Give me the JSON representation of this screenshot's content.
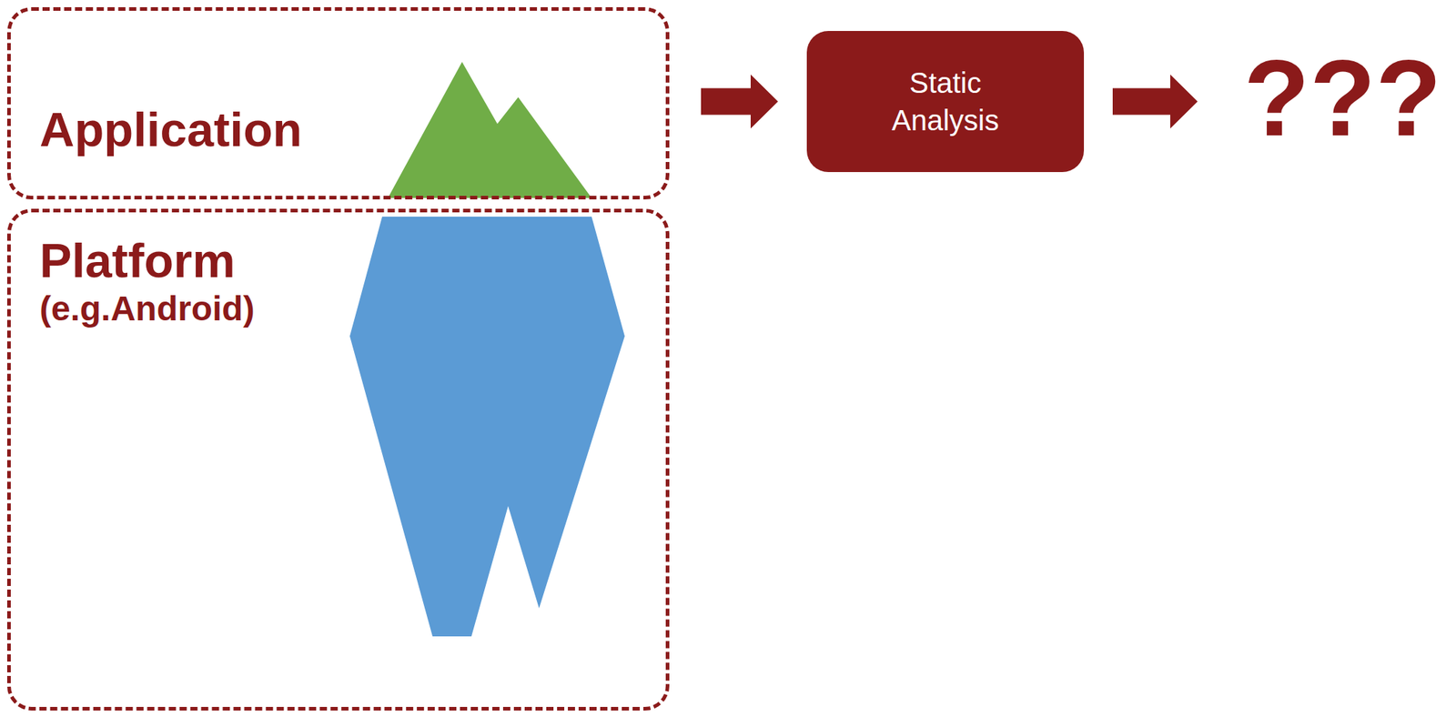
{
  "diagram": {
    "nodes": [
      {
        "text": [
          "Application"
        ]
      },
      {
        "text": [
          "Platform",
          "(e.g.Android)"
        ]
      },
      {
        "text": [
          "Static Analysis"
        ]
      },
      {
        "text": [
          "???"
        ]
      }
    ],
    "edges": [
      {
        "from": 0,
        "to": 2,
        "arrow": "to"
      },
      {
        "from": 2,
        "to": 3,
        "arrow": "to"
      }
    ]
  }
}
